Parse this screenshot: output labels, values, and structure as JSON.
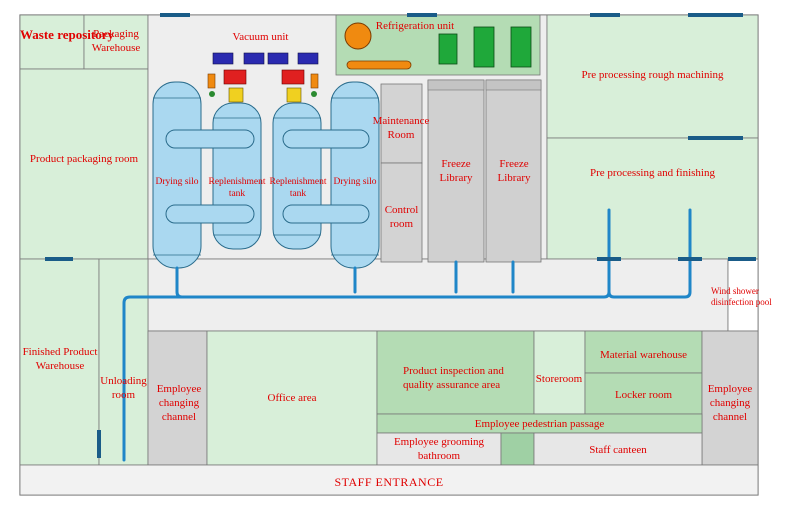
{
  "colors": {
    "green_room": "#d8efd9",
    "green_strip": "#b4dcb4",
    "green_dark": "#9fd0a4",
    "gray_room": "#d3d3d3",
    "gray_light": "#e7e7e7",
    "white_area": "#f2f2f2",
    "wall": "#777777",
    "tank": "#aad8f0",
    "tank_edge": "#2a6c8c",
    "pipe": "#1f86c8",
    "label": "#e00000",
    "pump_red": "#e02020",
    "pump_yellow": "#f0d020",
    "vacuum_blue": "#2a2ab0",
    "compressor_orange": "#f08a10",
    "freezer_green": "#1fa83a"
  },
  "icons": [
    "vacuum-pump-icon",
    "compressor-icon",
    "refrigeration-cabinet-icon",
    "valve-icon"
  ],
  "rooms": {
    "waste_repository": "Waste repository",
    "packaging_warehouse": "Packaging Warehouse",
    "product_packaging_room": "Product packaging room",
    "vacuum_unit": "Vacuum unit",
    "refrigeration_unit": "Refrigeration unit",
    "drying_silo": "Drying silo",
    "replenishment_tank": "Replenishment tank",
    "maintenance_room": "Maintenance Room",
    "control_room": "Control room",
    "freeze_library": "Freeze Library",
    "pre_processing_rough": "Pre processing rough machining",
    "pre_processing_finishing": "Pre processing and finishing",
    "wind_shower": "Wind shower disinfection pool",
    "finished_product_warehouse": "Finished Product Warehouse",
    "unloading_room": "Unloading room",
    "employee_changing_channel": "Employee changing channel",
    "office_area": "Office area",
    "product_inspection": "Product inspection and quality assurance area",
    "storeroom": "Storeroom",
    "material_warehouse": "Material warehouse",
    "locker_room": "Locker room",
    "employee_pedestrian_passage": "Employee pedestrian passage",
    "employee_grooming_bathroom": "Employee grooming bathroom",
    "staff_canteen": "Staff canteen",
    "staff_entrance": "STAFF ENTRANCE"
  }
}
